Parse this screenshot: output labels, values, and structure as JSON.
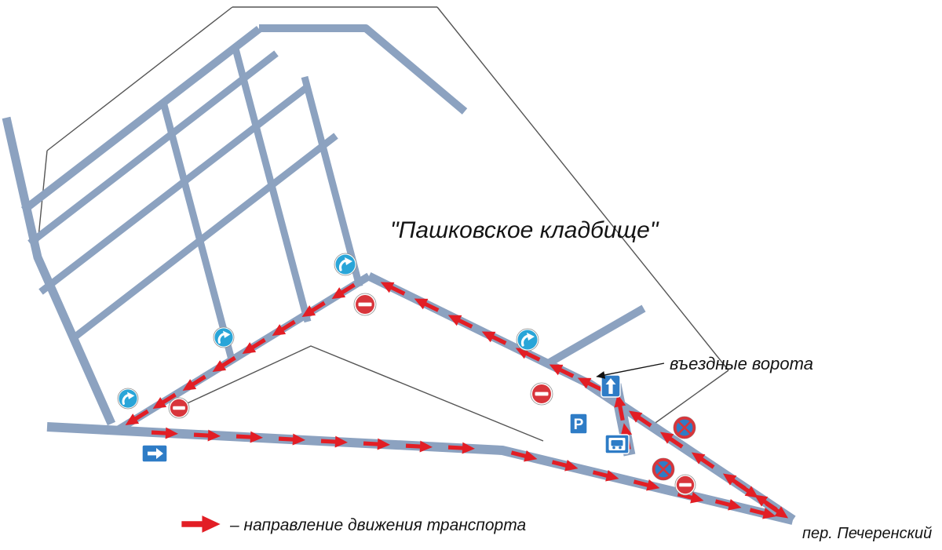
{
  "title": {
    "text": "\"Пашковское кладбище\""
  },
  "labels": {
    "entrance_gates": "въездные ворота",
    "street": "пер. Печеренский"
  },
  "legend": {
    "text": "– направление движения транспорта"
  },
  "signs": {
    "parking_label": "P"
  },
  "colors": {
    "background": "#ffffff",
    "road": "#8ca2c0",
    "boundary": "#555555",
    "arrow_red": "#e21e25",
    "sign_circle_blue": "#29a5d8",
    "sign_square_blue": "#2e7cc6",
    "no_entry_red": "#d8353b",
    "text": "#141414"
  }
}
